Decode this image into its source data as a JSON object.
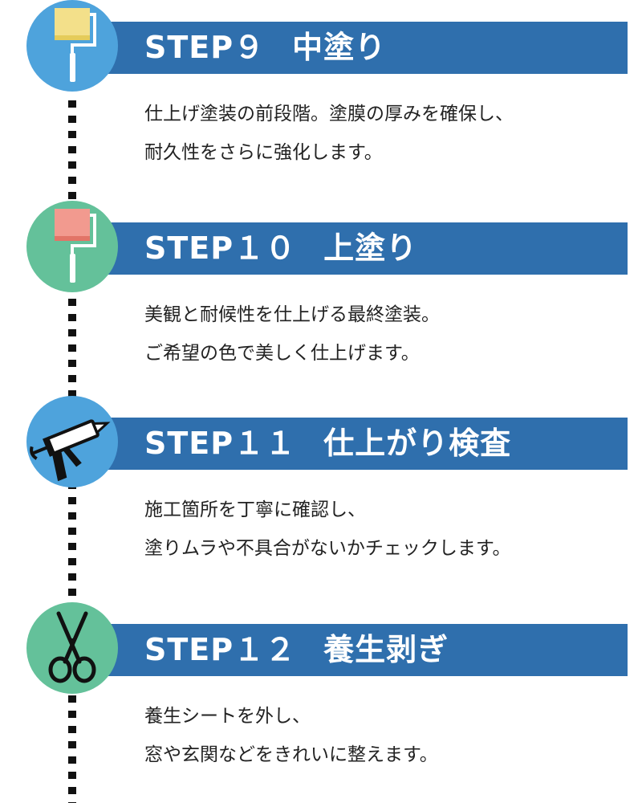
{
  "steps": [
    {
      "label": "STEP９",
      "title": "中塗り",
      "lines": [
        "仕上げ塗装の前段階。塗膜の厚みを確保し、",
        "耐久性をさらに強化します。"
      ],
      "circle_color": "#4ea3dc",
      "icon": "paint-roller-icon",
      "roller_color": "#f3e08a"
    },
    {
      "label": "STEP１０",
      "title": "上塗り",
      "lines": [
        "美観と耐候性を仕上げる最終塗装。",
        "ご希望の色で美しく仕上げます。"
      ],
      "circle_color": "#64c19a",
      "icon": "paint-roller-icon",
      "roller_color": "#f29a8f"
    },
    {
      "label": "STEP１１",
      "title": "仕上がり検査",
      "lines": [
        "施工箇所を丁寧に確認し、",
        "塗りムラや不具合がないかチェックします。"
      ],
      "circle_color": "#4ea3dc",
      "icon": "caulking-gun-icon"
    },
    {
      "label": "STEP１２",
      "title": "養生剥ぎ",
      "lines": [
        "養生シートを外し、",
        "窓や玄関などをきれいに整えます。"
      ],
      "circle_color": "#64c19a",
      "icon": "scissors-icon"
    }
  ],
  "colors": {
    "banner": "#2f6fad",
    "text": "#222222",
    "timeline": "#111111"
  }
}
